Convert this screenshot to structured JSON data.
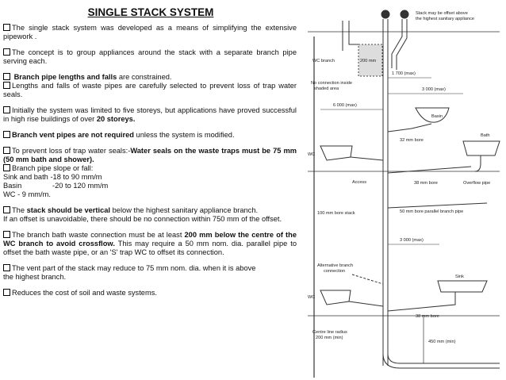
{
  "title": "SINGLE STACK SYSTEM",
  "paragraphs": {
    "p1": "The single stack system was developed as a means of simplifying the extensive pipework .",
    "p2": "The concept is to group appliances around the stack with a separate branch pipe serving each.",
    "p3_bold": "Branch pipe lengths and falls",
    "p3_rest": " are constrained.",
    "p4": "Lengths and falls of waste pipes are carefully selected to prevent loss of trap water seals.",
    "p5_a": "Initially the system was limited to five storeys, but applications have proved successful in high rise buildings of over ",
    "p5_bold": "20 storeys.",
    "p6_bold": "Branch vent pipes are not required",
    "p6_rest": " unless the system is modified.",
    "p7_a": "To prevent loss of trap water seals:-",
    "p7_bold": "Water seals on the waste traps must be 75 mm (50 mm bath and shower).",
    "p8": "Branch pipe slope or fall:",
    "p8_l1": "Sink and bath -18 to 90 mm/m",
    "p8_l2_k": "Basin",
    "p8_l2_v": "-20 to 120 mm/m",
    "p8_l3": "WC - 9 mm/m.",
    "p9_a": "The ",
    "p9_bold": "stack should be vertical",
    "p9_b": " below the highest sanitary appliance branch.",
    "p9_c": "If an offset is unavoidable, there should be no connection within 750 mm of the offset.",
    "p10_a": "The branch bath waste connection must be at least ",
    "p10_bold": "200 mm below the centre of the WC branch to avoid crossflow.",
    "p10_b": " This may require a 50 mm nom. dia. parallel pipe to offset the bath waste pipe, or an 'S' trap WC to offset its connection.",
    "p11_a": "The vent part of the stack may reduce to 75 mm nom. dia. when it is above",
    "p11_b": "the highest branch.",
    "p12": "Reduces the cost of soil and waste systems."
  },
  "diagram": {
    "stack_offset": "Stack may be offset above",
    "stack_offset_2": "the highest sanitary appliance",
    "wc_branch": "WC branch",
    "mm200": "200 mm",
    "max1700": "1 700 (max)",
    "no_conn_1": "No connection inside",
    "no_conn_2": "shaded area",
    "max3000a": "3 000 (max)",
    "max6000": "6 000 (max)",
    "basin": "Basin",
    "bath": "Bath",
    "bore32": "32 mm bore",
    "wc1": "WC",
    "access": "Access",
    "bore38a": "38 mm bore",
    "overflow": "Overflow pipe",
    "stack100": "100 mm bore stack",
    "parallel": "50 mm bore parallel branch pipe",
    "max3000b": "3 000 (max)",
    "alt_1": "Alternative branch",
    "alt_2": "connection",
    "sink": "Sink",
    "wc2": "WC",
    "bore38b": "38 mm bore",
    "centre_1": "Centre line radius",
    "centre_2": "200 mm (min)",
    "min450": "450 mm (min)"
  }
}
